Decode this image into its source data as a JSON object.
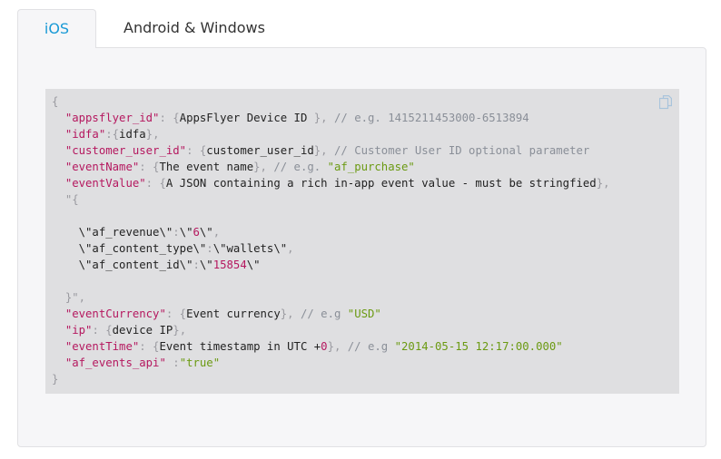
{
  "tabs": [
    {
      "label": "iOS",
      "active": true
    },
    {
      "label": "Android & Windows",
      "active": false
    }
  ],
  "colors": {
    "accent": "#1a9ad6",
    "key": "#b5185f",
    "string": "#6b9a12",
    "comment": "#8a8f98"
  },
  "code": {
    "copy_icon": "copy-icon",
    "open_brace": "{",
    "close_brace": "}",
    "lines": {
      "appsflyer_id": {
        "key": "\"appsflyer_id\"",
        "value": "AppsFlyer Device ID ",
        "comment": "// e.g. 1415211453000-6513894"
      },
      "idfa": {
        "key": "\"idfa\"",
        "value": "idfa"
      },
      "customer_user_id": {
        "key": "\"customer_user_id\"",
        "value": "customer_user_id",
        "comment": "// Customer User ID optional parameter"
      },
      "eventName": {
        "key": "\"eventName\"",
        "value": "The event name",
        "comment": "// e.g.",
        "example": "\"af_purchase\""
      },
      "eventValue": {
        "key": "\"eventValue\"",
        "value": "A JSON containing a rich in-app event value - must be stringfied"
      },
      "ev_open": "\"{",
      "af_revenue": {
        "key": "\\\"af_revenue\\\"",
        "value": "6"
      },
      "af_content_type": {
        "key": "\\\"af_content_type\\\"",
        "value": "wallets"
      },
      "af_content_id": {
        "key": "\\\"af_content_id\\\"",
        "value": "15854"
      },
      "ev_close": "}\",",
      "eventCurrency": {
        "key": "\"eventCurrency\"",
        "value": "Event currency",
        "comment": "// e.g",
        "example": "\"USD\""
      },
      "ip": {
        "key": "\"ip\"",
        "value": "device IP"
      },
      "eventTime": {
        "key": "\"eventTime\"",
        "value": "Event timestamp in UTC +",
        "value_num": "0",
        "comment": "// e.g",
        "example": "\"2014-05-15 12:17:00.000\""
      },
      "af_events_api": {
        "key": "\"af_events_api\"",
        "value": "\"true\""
      }
    }
  }
}
